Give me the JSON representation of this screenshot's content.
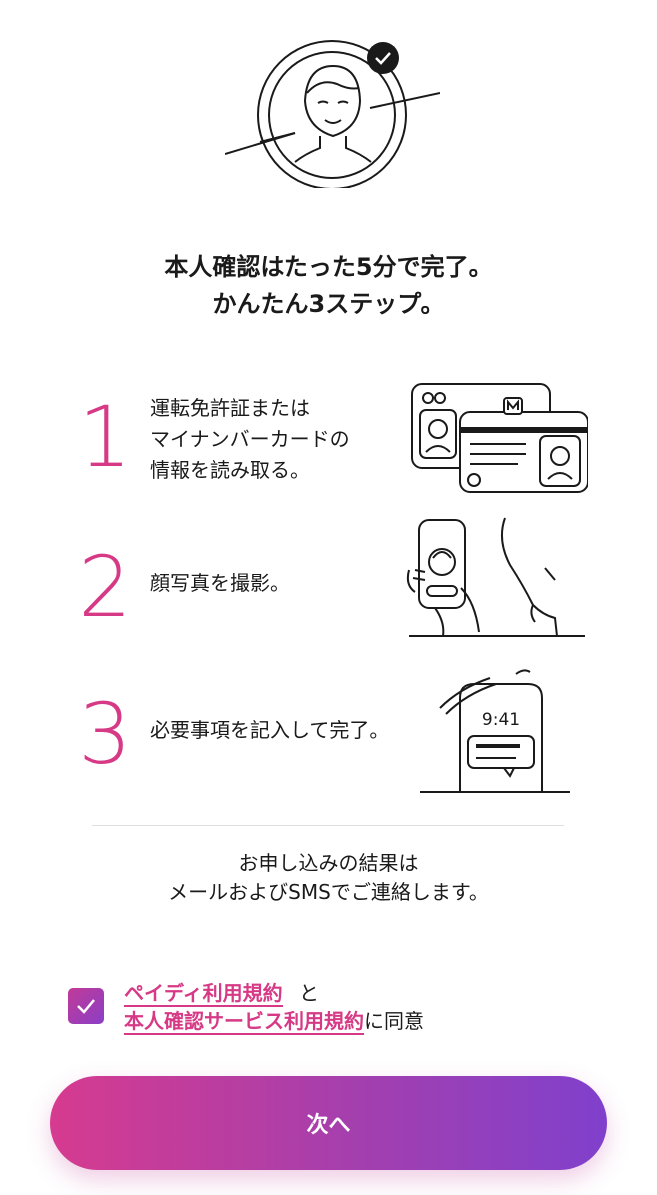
{
  "header": {
    "headline_line1": "本人確認はたった5分で完了。",
    "headline_line2": "かんたん3ステップ。"
  },
  "steps": [
    {
      "number": "1",
      "lines": [
        "運転免許証または",
        "マイナンバーカードの",
        "情報を読み取る。"
      ]
    },
    {
      "number": "2",
      "lines": [
        "顔写真を撮影。"
      ]
    },
    {
      "number": "3",
      "lines": [
        "必要事項を記入して完了。"
      ],
      "phone_time": "9:41"
    }
  ],
  "notice": {
    "line1": "お申し込みの結果は",
    "line2": "メールおよびSMSでご連絡します。"
  },
  "agreement": {
    "checked": true,
    "link1": "ペイディ利用規約",
    "connector": "と",
    "link2": "本人確認サービス利用規約",
    "suffix": "に同意"
  },
  "next_button": {
    "label": "次へ"
  },
  "colors": {
    "accent_pink": "#d63a86",
    "gradient_start": "#d63b8f",
    "gradient_end": "#8040cc"
  }
}
